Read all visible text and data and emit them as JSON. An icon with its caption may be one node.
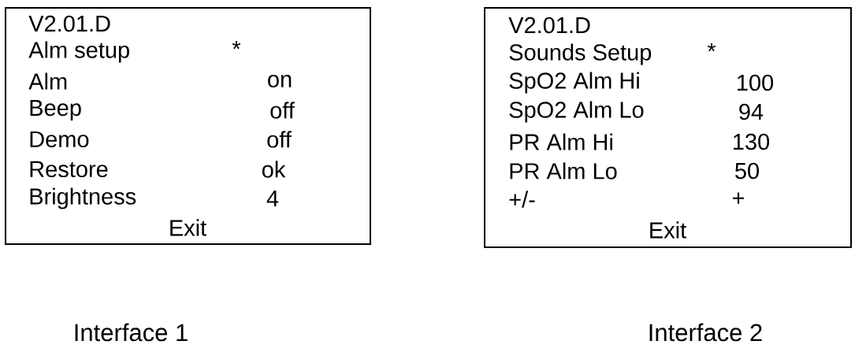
{
  "diagram": {
    "nodes": [
      {
        "text": [
          "V2.01.D",
          "Alm setup",
          "*",
          "Alm",
          "on",
          "Beep",
          "off",
          "Demo",
          "off",
          "Restore",
          "ok",
          "Brightness",
          "4",
          "Exit"
        ],
        "beside": [
          "Interface 1"
        ]
      },
      {
        "text": [
          "V2.01.D",
          "Sounds Setup",
          "*",
          "SpO2 Alm Hi",
          "100",
          "SpO2 Alm Lo",
          "94",
          "PR Alm Hi",
          "130",
          "PR Alm Lo",
          "50",
          "+/-",
          "+",
          "Exit"
        ],
        "beside": [
          "Interface 2"
        ]
      }
    ]
  }
}
